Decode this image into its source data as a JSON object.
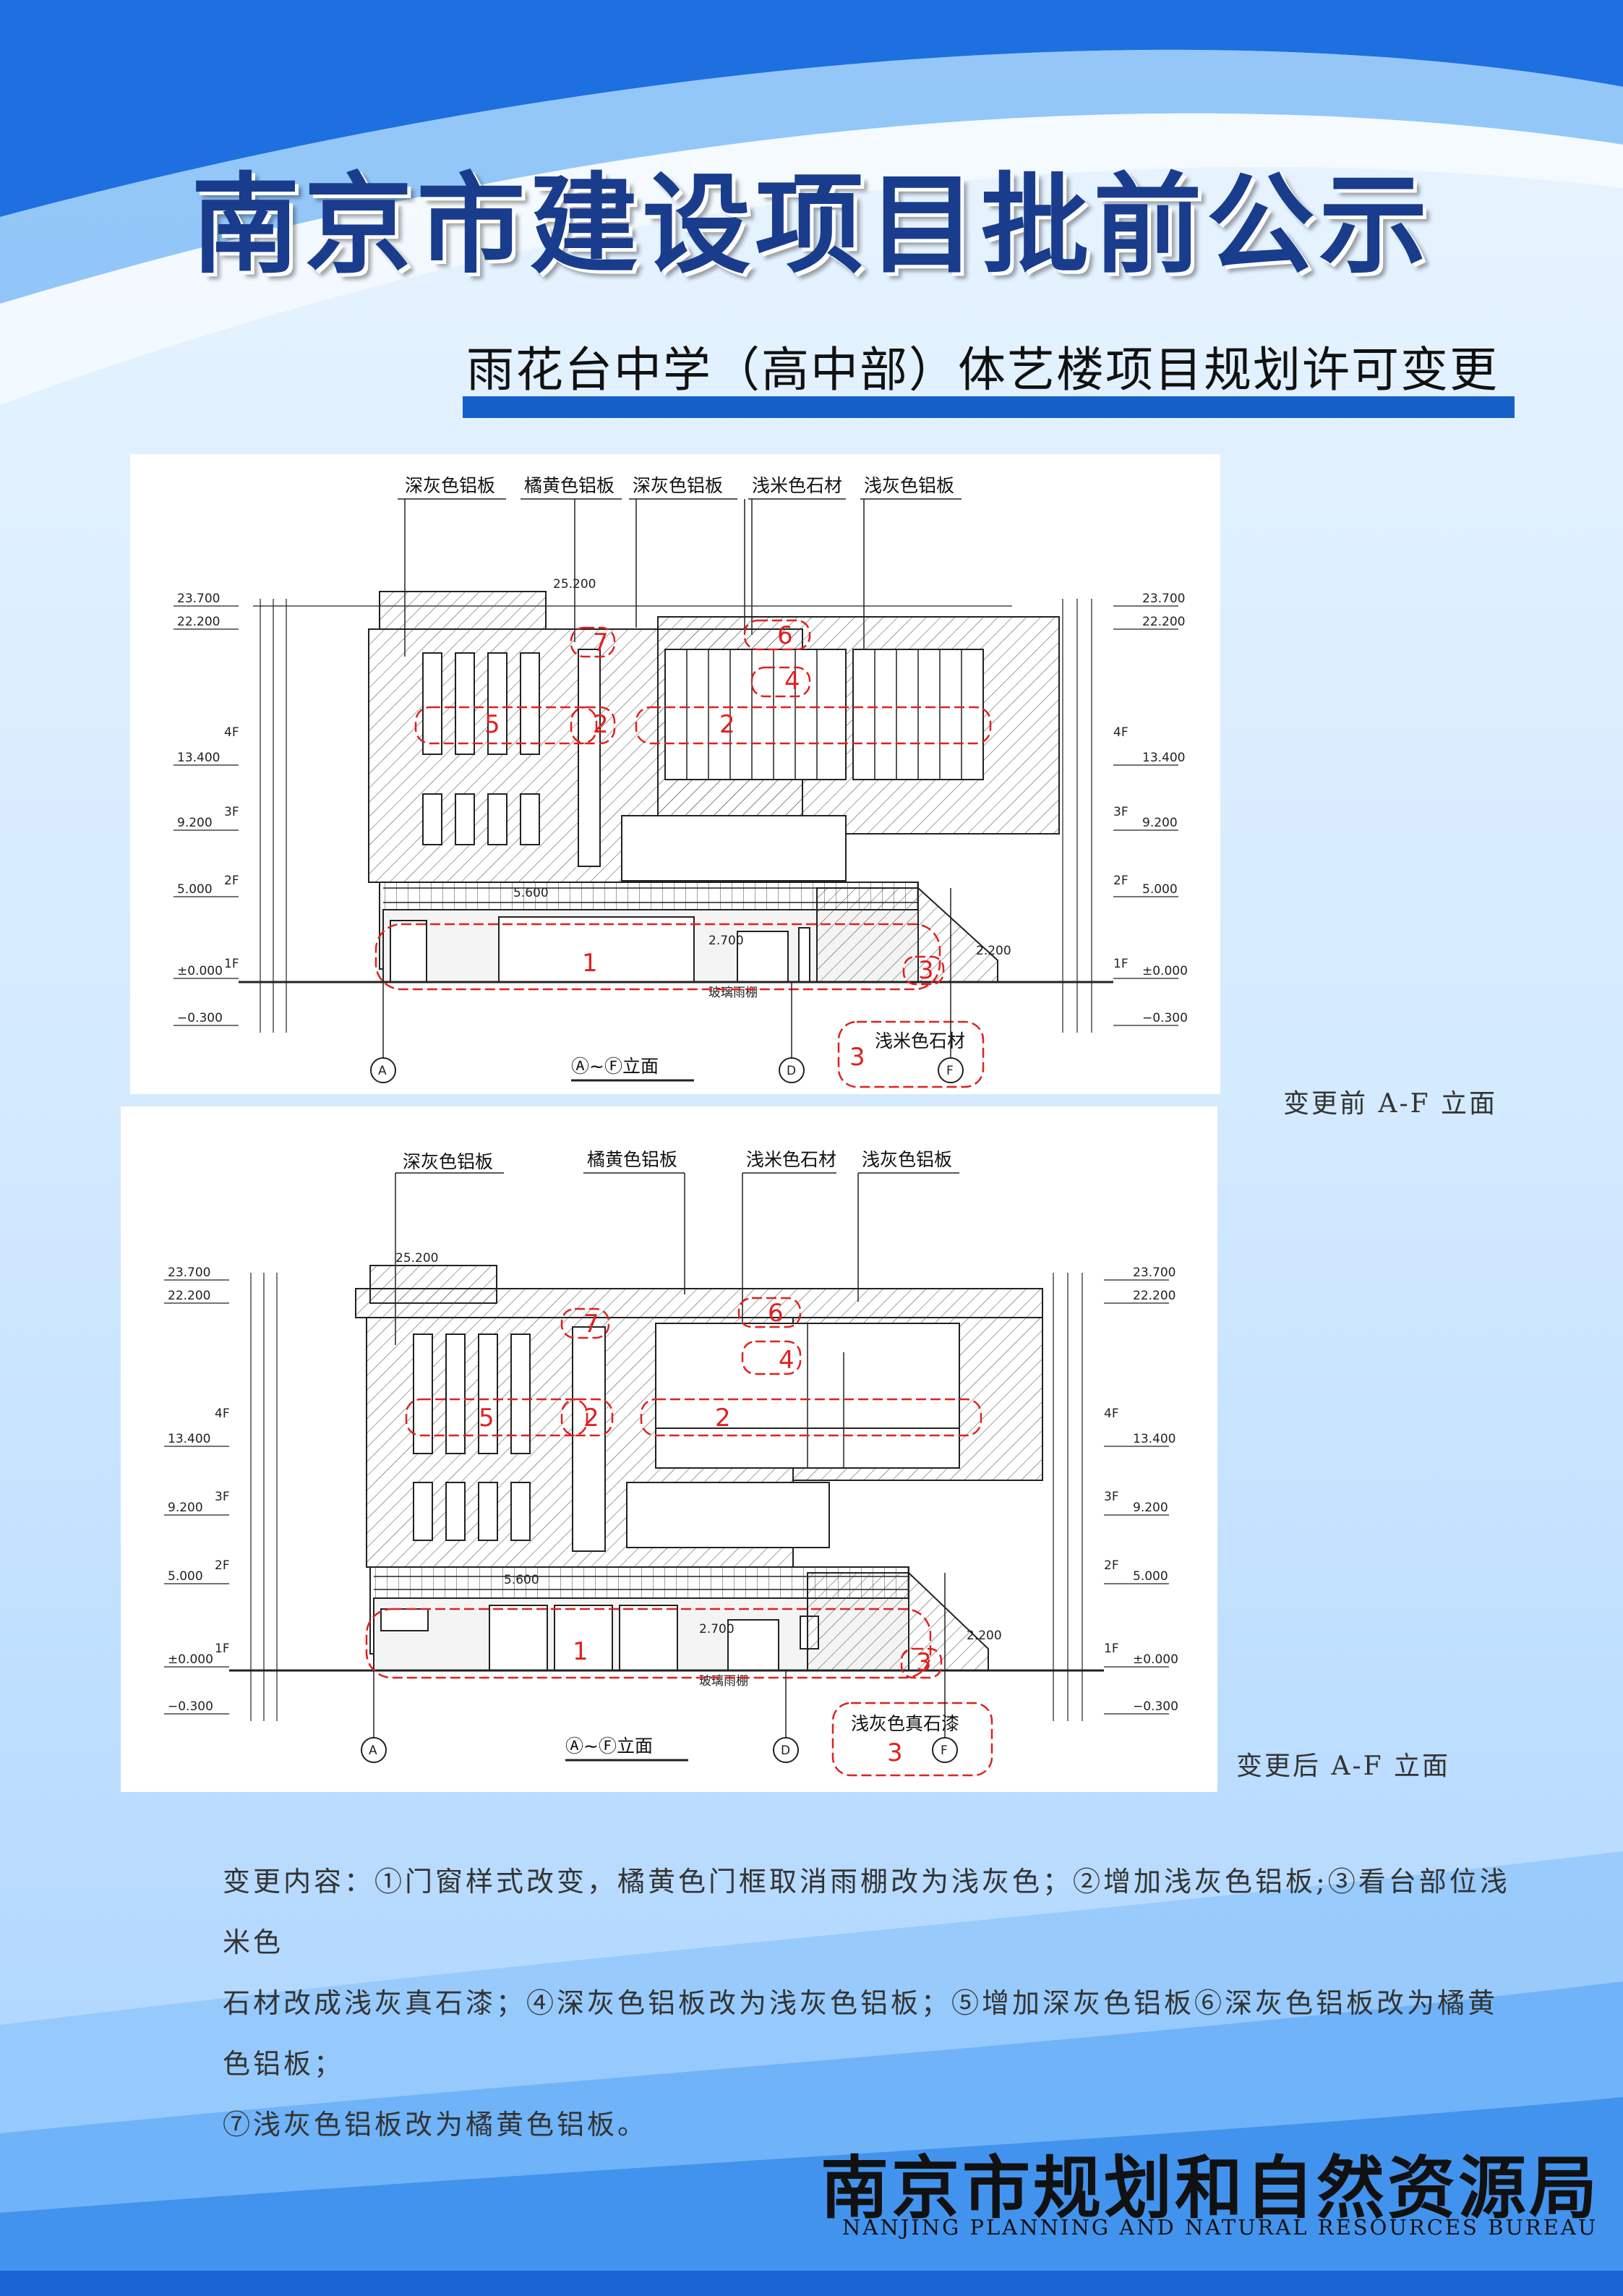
{
  "header": {
    "title": "南京市建设项目批前公示",
    "subtitle": "雨花台中学（高中部）体艺楼项目规划许可变更"
  },
  "drawing_before": {
    "caption": "变更前 A-F 立面",
    "material_labels": [
      "深灰色铝板",
      "橘黄色铝板",
      "深灰色铝板",
      "浅米色石材",
      "浅灰色铝板"
    ],
    "callout_material": "浅米色石材",
    "elevation_title": "Ⓐ~Ⓕ立面",
    "glass_canopy": "玻璃雨棚",
    "axis_left": "A",
    "axis_mid": "D",
    "axis_right": "F"
  },
  "drawing_after": {
    "caption": "变更后 A-F 立面",
    "material_labels": [
      "深灰色铝板",
      "橘黄色铝板",
      "浅米色石材",
      "浅灰色铝板"
    ],
    "callout_material": "浅灰色真石漆",
    "elevation_title": "Ⓐ~Ⓕ立面",
    "glass_canopy": "玻璃雨棚",
    "axis_left": "A",
    "axis_mid": "D",
    "axis_right": "F"
  },
  "levels": {
    "left": [
      "23.700",
      "22.200",
      "13.400",
      "9.200",
      "5.000",
      "±0.000",
      "−0.300"
    ],
    "right": [
      "23.700",
      "22.200",
      "13.400",
      "9.200",
      "5.000",
      "±0.000",
      "−0.300"
    ],
    "floors": [
      "4F",
      "3F",
      "2F",
      "1F"
    ],
    "top_elev": "25.200",
    "mid_elev": "5.600",
    "canopy_elev": "2.700",
    "stair_elev": "2.200"
  },
  "description": {
    "line1": "变更内容：①门窗样式改变，橘黄色门框取消雨棚改为浅灰色；②增加浅灰色铝板;③看台部位浅米色",
    "line2": "石材改成浅灰真石漆；④深灰色铝板改为浅灰色铝板；⑤增加深灰色铝板⑥深灰色铝板改为橘黄色铝板；",
    "line3": "⑦浅灰色铝板改为橘黄色铝板。"
  },
  "footer": {
    "agency": "南京市规划和自然资源局",
    "agency_en": "NANJING PLANNING AND NATURAL RESOURCES BUREAU"
  },
  "colors": {
    "accent": "#1560c8",
    "title": "#1a3c8c",
    "revision_mark": "#e02020"
  }
}
